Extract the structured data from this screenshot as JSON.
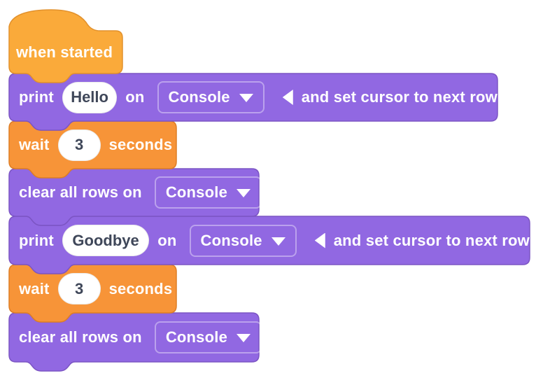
{
  "app": {
    "description": "block-programming-script"
  },
  "colors": {
    "canvas_bg": "#FFFFFF",
    "hat_fill": "#FAAA3A",
    "hat_border": "#E2912C",
    "wait_fill": "#F79438",
    "wait_border": "#DE7E26",
    "purple_fill": "#9168E2",
    "purple_border": "#7C55C4",
    "label_text": "#FFFFFF",
    "input_text": "#3F4759",
    "input_bg": "#FFFFFF"
  },
  "blocks": {
    "when_started": {
      "label": "when started"
    },
    "print_hello": {
      "keyword": "print",
      "value": "Hello",
      "on": "on",
      "target": "Console",
      "suffix": "and set cursor to next row"
    },
    "wait_1": {
      "keyword": "wait",
      "value": "3",
      "unit": "seconds"
    },
    "clear_1": {
      "keyword": "clear all rows on",
      "target": "Console"
    },
    "print_goodbye": {
      "keyword": "print",
      "value": "Goodbye",
      "on": "on",
      "target": "Console",
      "suffix": "and set cursor to next row"
    },
    "wait_2": {
      "keyword": "wait",
      "value": "3",
      "unit": "seconds"
    },
    "clear_2": {
      "keyword": "clear all rows on",
      "target": "Console"
    }
  }
}
